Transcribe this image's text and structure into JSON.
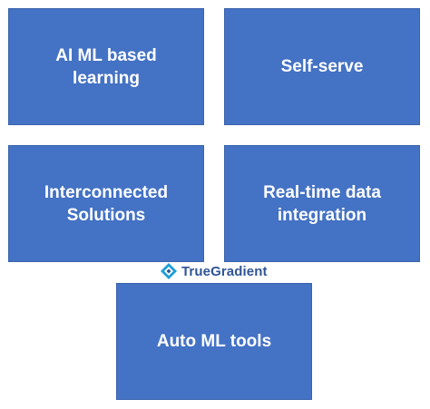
{
  "tiles": [
    {
      "label": "AI ML based learning"
    },
    {
      "label": "Self-serve"
    },
    {
      "label": "Interconnected\nSolutions"
    },
    {
      "label": "Real-time data\nintegration"
    },
    {
      "label": "Auto ML tools"
    }
  ],
  "logo": {
    "text": "TrueGradient"
  },
  "colors": {
    "tile_fill": "#4472c4",
    "tile_text": "#ffffff",
    "logo_text": "#2f5597",
    "logo_mark": "#1e9fd6"
  }
}
